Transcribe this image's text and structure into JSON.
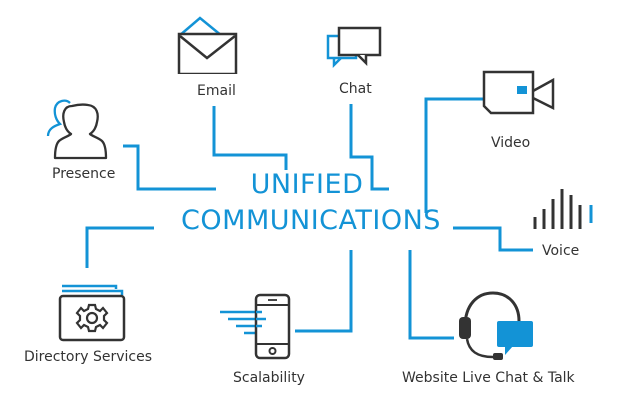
{
  "diagram": {
    "title_line1": "UNIFIED",
    "title_line2": "COMMUNICATIONS",
    "nodes": {
      "email": "Email",
      "chat": "Chat",
      "video": "Video",
      "presence": "Presence",
      "voice": "Voice",
      "directory": "Directory Services",
      "scalability": "Scalability",
      "livechat": "Website Live Chat & Talk"
    },
    "icons": {
      "email": "envelope-icon",
      "chat": "chat-bubbles-icon",
      "video": "video-camera-icon",
      "presence": "people-icon",
      "voice": "sound-bars-icon",
      "directory": "gear-folder-icon",
      "scalability": "phone-icon",
      "livechat": "headset-chat-icon"
    },
    "colors": {
      "accent": "#1393d6",
      "stroke": "#333333",
      "text": "#333333"
    }
  }
}
